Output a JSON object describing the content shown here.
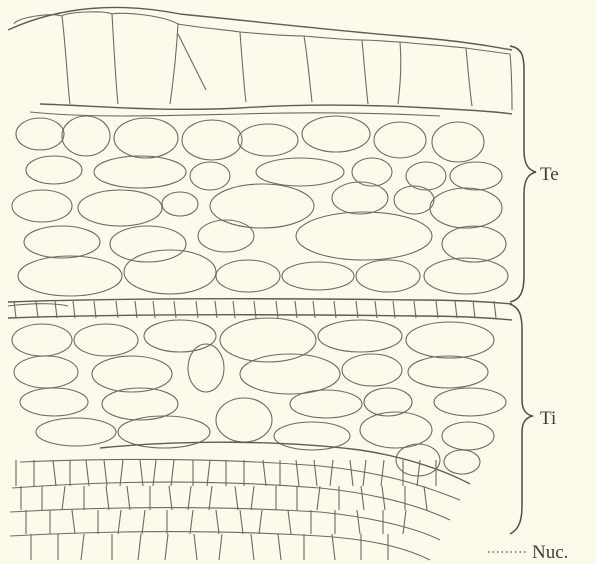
{
  "labels": {
    "outer_integument": "Te",
    "inner_integument": "Ti",
    "nucellus": "Nuc."
  }
}
